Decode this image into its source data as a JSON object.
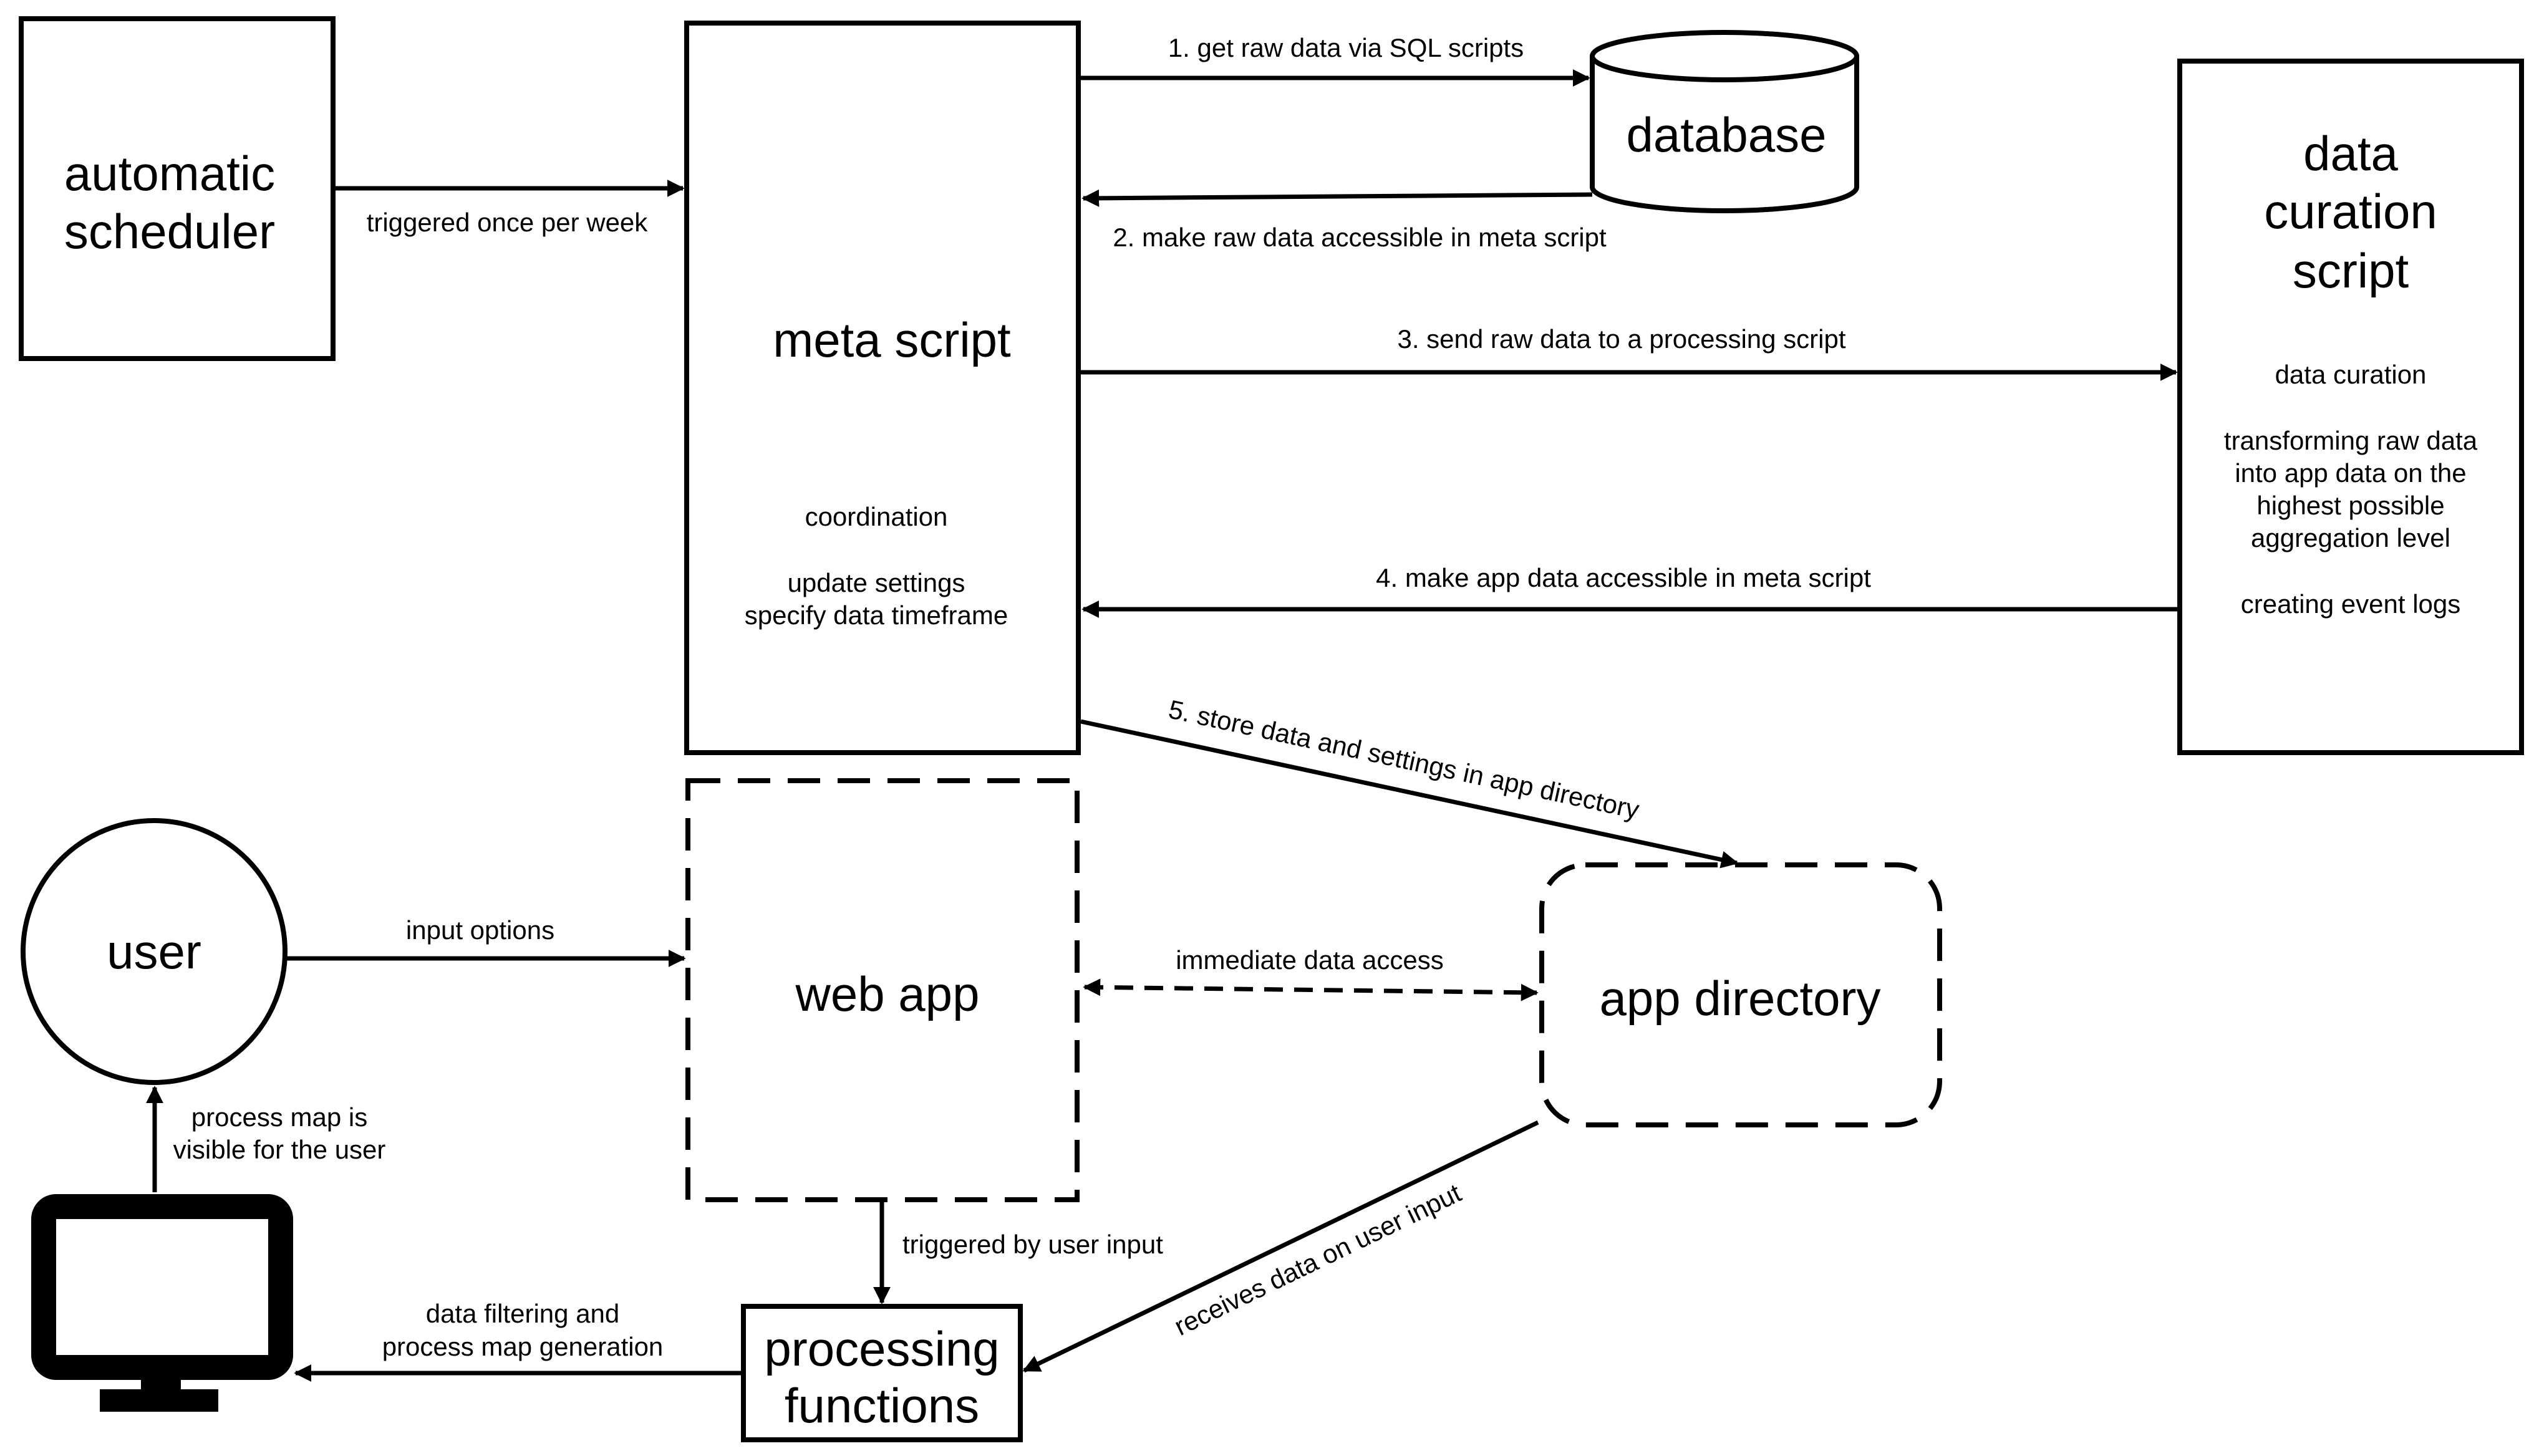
{
  "nodes": {
    "scheduler": {
      "line1": "automatic",
      "line2": "scheduler"
    },
    "meta_script": {
      "title": "meta script",
      "note1": "coordination",
      "note2": "update settings",
      "note3": "specify data timeframe"
    },
    "database": {
      "label": "database"
    },
    "curation": {
      "line1": "data",
      "line2": "curation",
      "line3": "script",
      "note1": "data curation",
      "note2": "transforming raw data",
      "note3": "into app data on the",
      "note4": "highest possible",
      "note5": "aggregation level",
      "note6": "creating event logs"
    },
    "web_app": {
      "label": "web app"
    },
    "app_directory": {
      "label": "app directory"
    },
    "user": {
      "label": "user"
    },
    "processing": {
      "line1": "processing",
      "line2": "functions"
    },
    "monitor": {
      "icon": "monitor-icon"
    }
  },
  "edges": {
    "triggered_weekly": "triggered once per week",
    "step1": "1. get raw data via SQL scripts",
    "step2": "2. make raw data accessible in meta script",
    "step3": "3. send raw data to a processing script",
    "step4": "4. make app data accessible in meta script",
    "step5": "5. store data and settings in app directory",
    "input_options": "input options",
    "immediate_access": "immediate data access",
    "triggered_user": "triggered by user input",
    "receives_data": "receives data on user input",
    "filtering_1": "data filtering and",
    "filtering_2": "process map generation",
    "visible_1": "process map is",
    "visible_2": "visible for the user"
  }
}
